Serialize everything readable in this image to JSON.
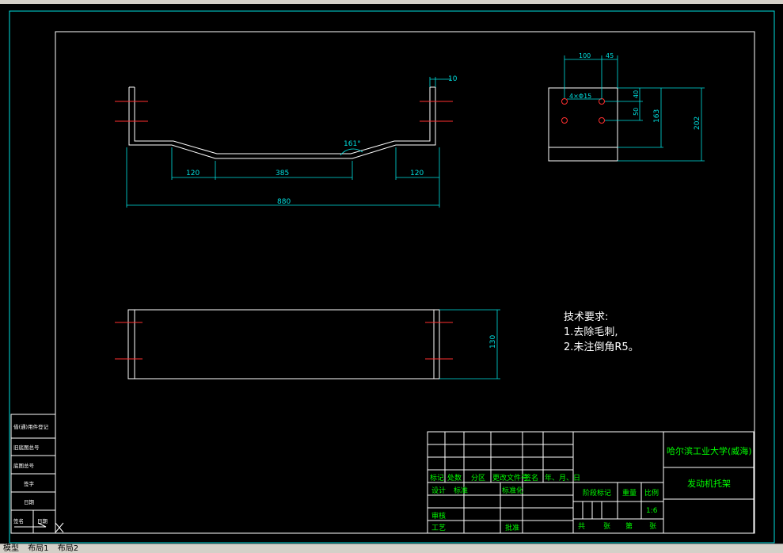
{
  "drawing": {
    "front_view": {
      "dim_thickness": "10",
      "dim_left": "120",
      "dim_mid": "385",
      "dim_right": "120",
      "dim_total": "880",
      "angle": "161°"
    },
    "side_view": {
      "dim_top1": "100",
      "dim_top2": "45",
      "hole_label": "4×Φ15",
      "dim_v1": "40",
      "dim_v2": "50",
      "dim_h1": "163",
      "dim_h2": "202"
    },
    "plan_view": {
      "dim_width": "130"
    },
    "notes": {
      "title": "技术要求:",
      "line1": "1.去除毛刺,",
      "line2": "2.未注倒角R5。"
    }
  },
  "title_block": {
    "school": "哈尔滨工业大学(威海)",
    "part_name": "发动机托架",
    "scale": "1:6",
    "row_labels": [
      "标记",
      "处数",
      "分区",
      "更改文件号",
      "签名",
      "年、月、日"
    ],
    "design": "设计",
    "standard": "标准化",
    "stage_mark": "阶段标记",
    "weight": "重量",
    "ratio": "比例",
    "review": "审核",
    "process": "工艺",
    "approve": "批准",
    "sheets": [
      "共",
      "张",
      "第",
      "张"
    ],
    "std_short": "标准"
  },
  "side_block": {
    "items": [
      "借(通)用件登记",
      "旧底图总号",
      "底图总号",
      "签字",
      "日期",
      "签名",
      "日期"
    ]
  },
  "tabs": [
    "模型",
    "布局1",
    "布局2"
  ]
}
